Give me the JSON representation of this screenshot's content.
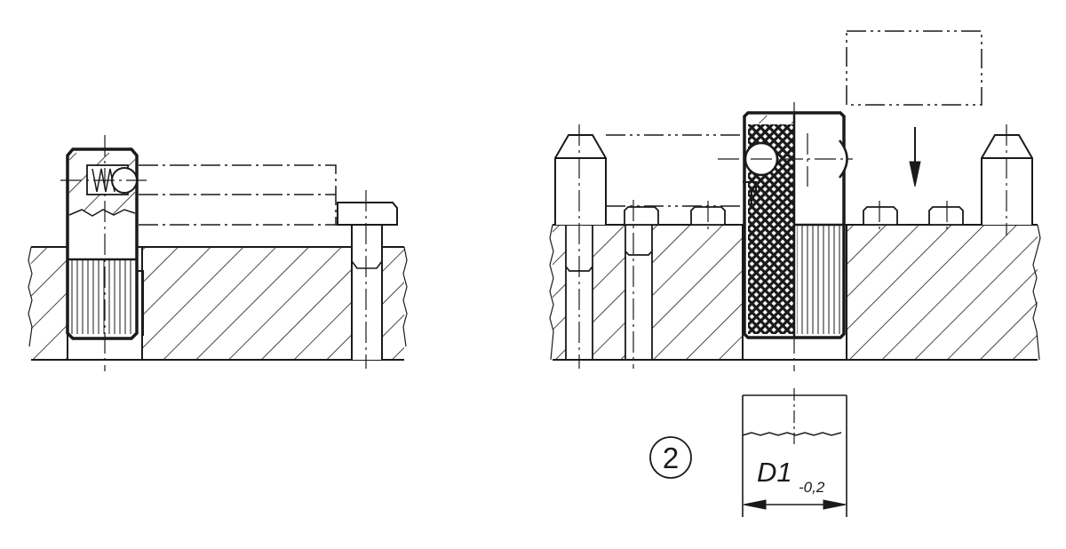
{
  "detail": {
    "callout_number": "2",
    "dimension_label": "D1",
    "tolerance": "-0,2"
  },
  "colors": {
    "line": "#1a1a1a",
    "background": "#ffffff"
  }
}
